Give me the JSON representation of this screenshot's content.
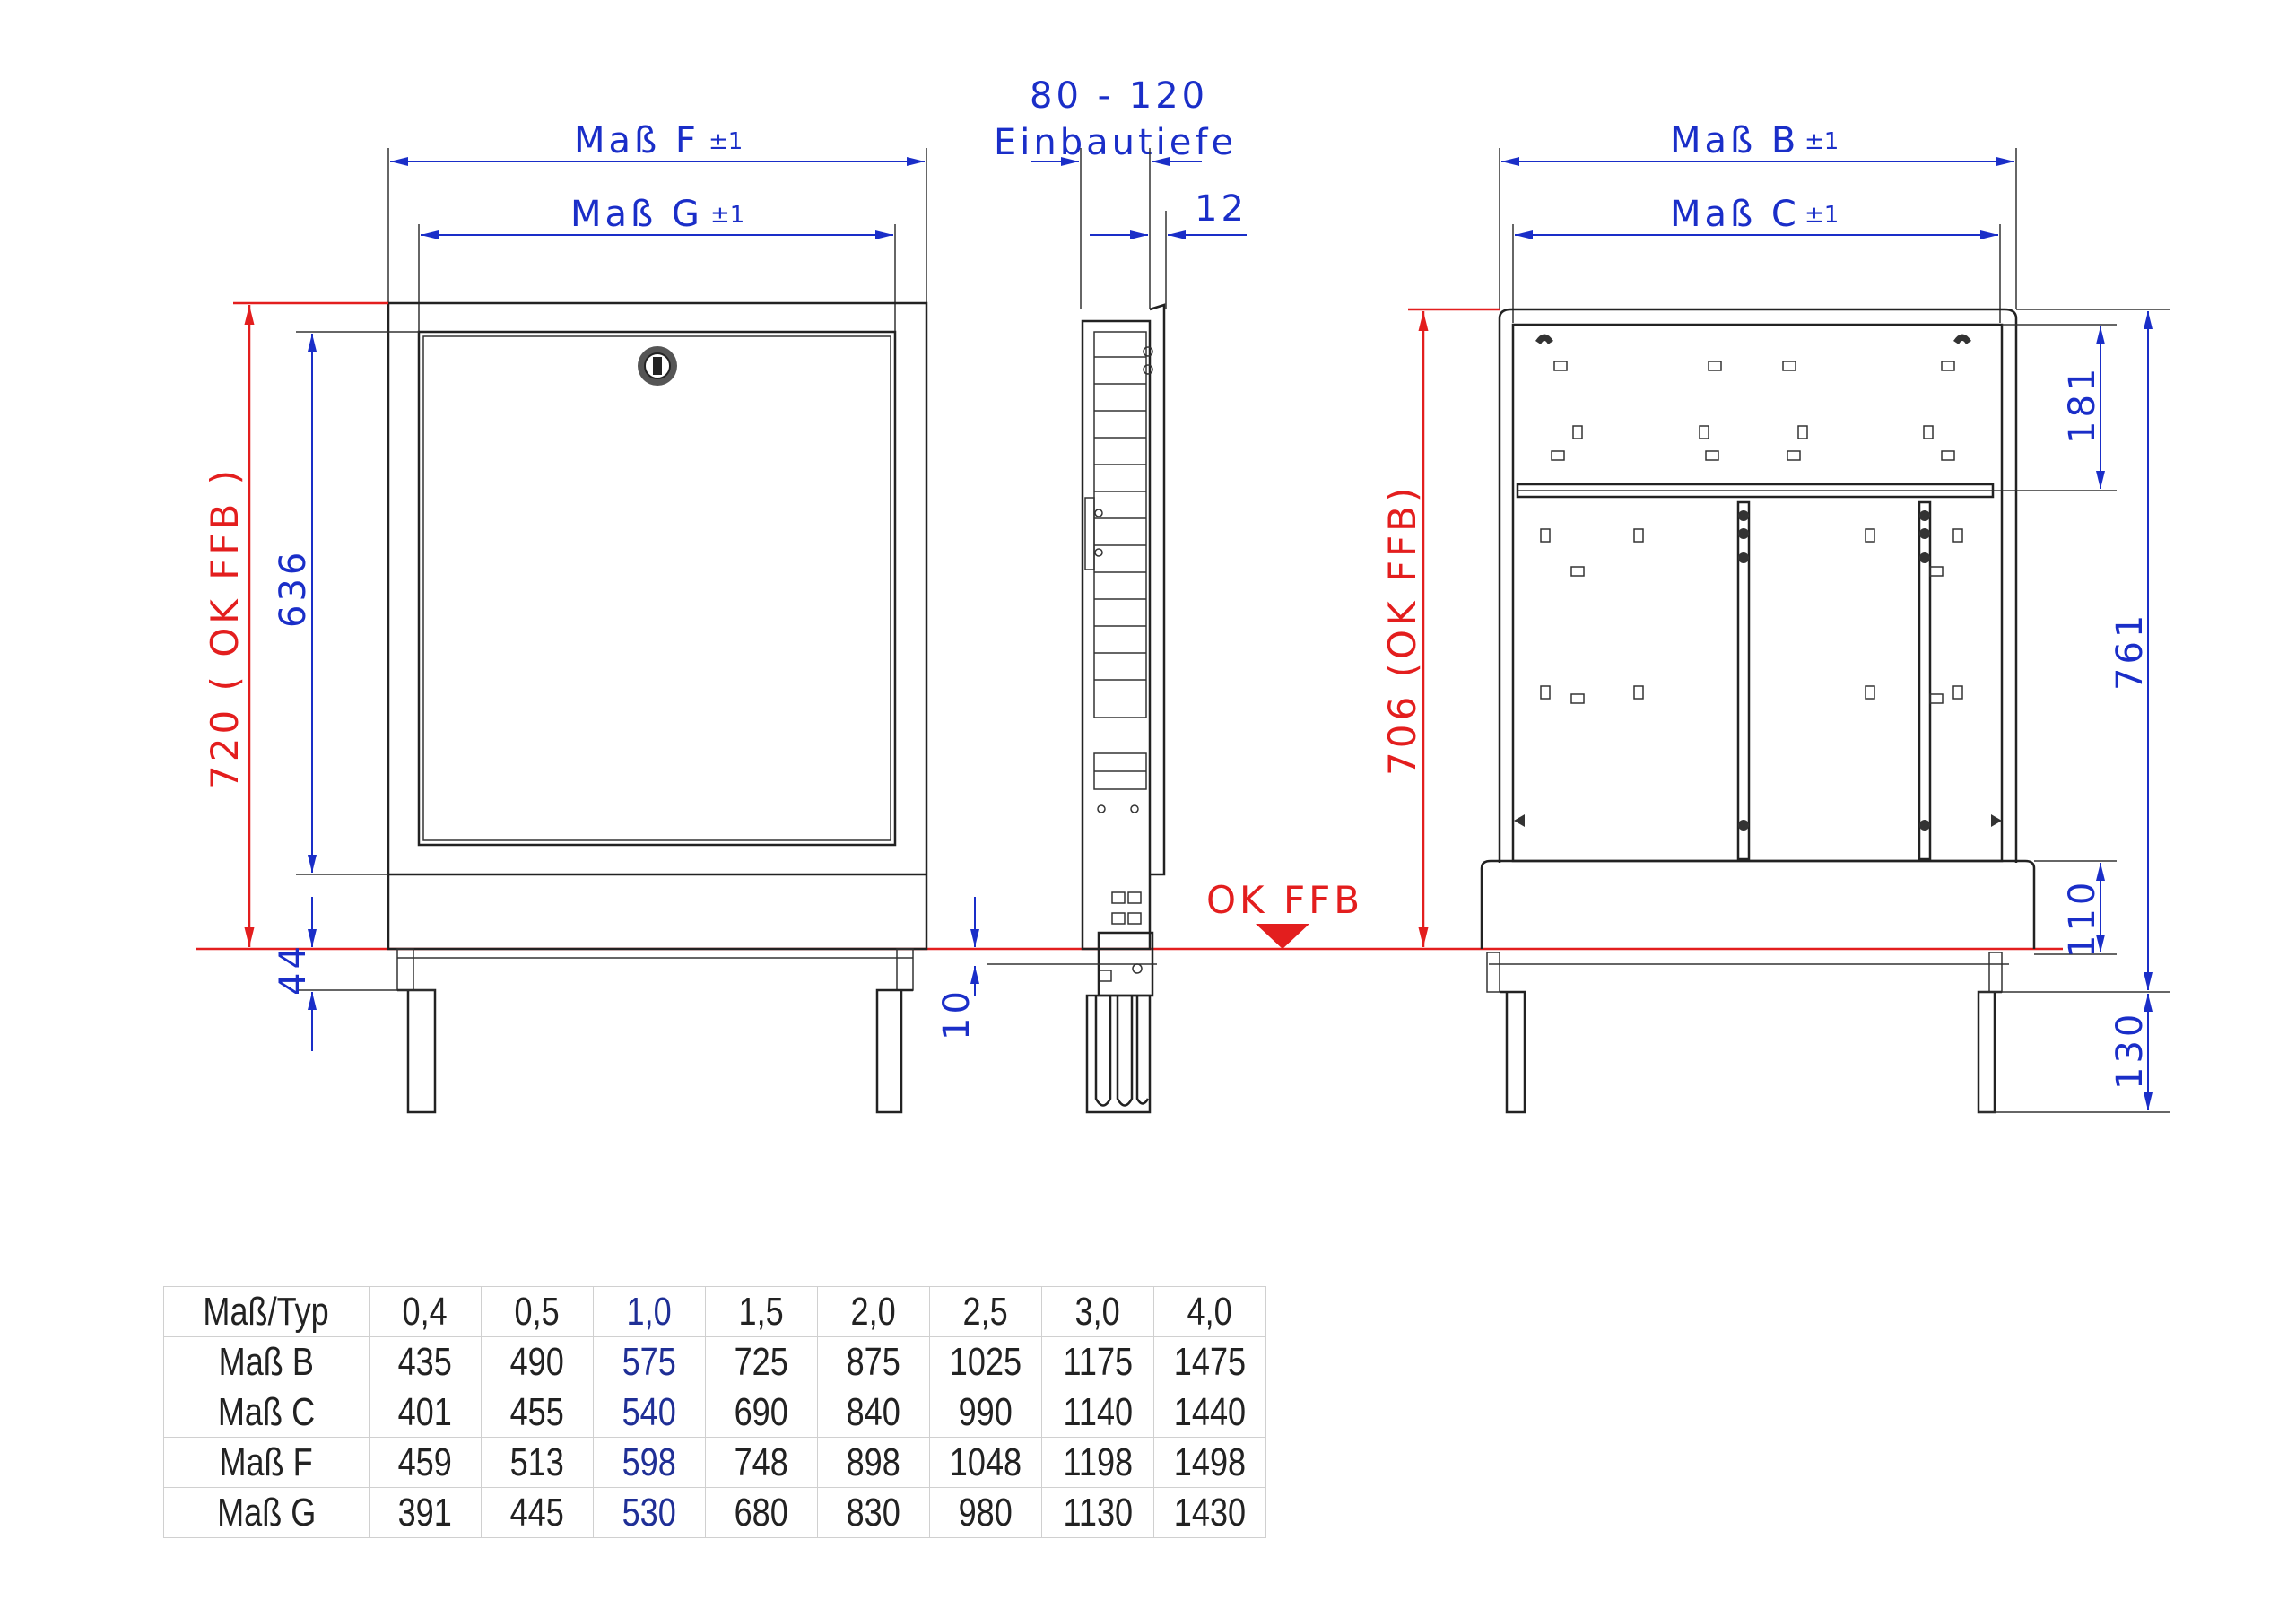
{
  "front_view": {
    "width_f_label": "Maß F",
    "width_g_label": "Maß G",
    "tolerance": "±1",
    "height_okffb": "720 ( OK FFB )",
    "height_inner": "636",
    "foot_height": "44"
  },
  "side_view": {
    "depth_range": "80 - 120",
    "depth_label": "Einbautiefe",
    "frame_depth": "12",
    "ok_ffb": "OK FFB",
    "base_offset": "10"
  },
  "back_view": {
    "width_b_label": "Maß B",
    "width_c_label": "Maß C",
    "tolerance": "±1",
    "height_okffb": "706 (OK FFB)",
    "rail_height": "181",
    "total_height": "761",
    "base_height": "110",
    "foot_height": "130"
  },
  "colors": {
    "dimension": "#1a2ec8",
    "reference": "#e31e1e",
    "highlight_column": "#1f2f96"
  },
  "table": {
    "header": [
      "Maß/Typ",
      "0,4",
      "0,5",
      "1,0",
      "1,5",
      "2,0",
      "2,5",
      "3,0",
      "4,0"
    ],
    "rows": [
      [
        "Maß B",
        "435",
        "490",
        "575",
        "725",
        "875",
        "1025",
        "1175",
        "1475"
      ],
      [
        "Maß C",
        "401",
        "455",
        "540",
        "690",
        "840",
        "990",
        "1140",
        "1440"
      ],
      [
        "Maß F",
        "459",
        "513",
        "598",
        "748",
        "898",
        "1048",
        "1198",
        "1498"
      ],
      [
        "Maß G",
        "391",
        "445",
        "530",
        "680",
        "830",
        "980",
        "1130",
        "1430"
      ]
    ]
  }
}
